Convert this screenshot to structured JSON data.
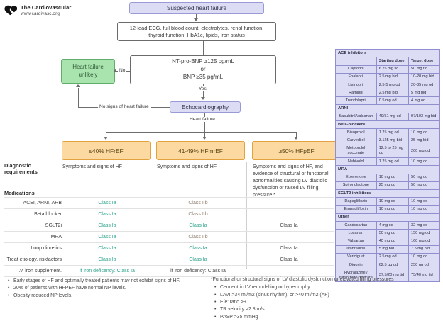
{
  "brand": {
    "name": "The Cardiovascular",
    "url": "www.cardivasc.org",
    "logo_icon": "heart-icon"
  },
  "flow": {
    "suspected": "Suspected heart failure",
    "workup": "12-lead ECG, full blood count, electrolytes, renal function, thyroid function, HbA1c, lipids, iron status",
    "bnp": "NT-pro-BNP ≥125 pg/mL\nor\nBNP ≥35 pg/mL",
    "bnp_line1": "NT-pro-BNP ≥125 pg/mL",
    "bnp_line2": "or",
    "bnp_line3": "BNP ≥35 pg/mL",
    "hf_unlikely": "Heart failure\nunlikely",
    "hf_unlikely_l1": "Heart failure",
    "hf_unlikely_l2": "unlikely",
    "echo": "Echocardiography",
    "edge_no": "No",
    "edge_yes": "Yes",
    "edge_no_signs": "No signs of heart failure",
    "edge_heart_failure": "Heart failure"
  },
  "columns": {
    "hfref": {
      "title": "≤40% HFrEF",
      "criteria": "Symptoms and signs of HF"
    },
    "hfmref": {
      "title": "41-49% HFmrEF",
      "criteria": "Symptoms and signs of HF"
    },
    "hfpef": {
      "title": "≥50% HFpEF",
      "criteria": "Symptoms and signs of HF, and evidence of structural or functional abnormalities causing LV diastolic dysfunction or raised LV filling pressure.*"
    }
  },
  "matrix": {
    "diagnostic_label": "Diagnostic requirements",
    "diagnostic_label_l1": "Diagnostic",
    "diagnostic_label_l2": "requirements",
    "medications_label": "Medications",
    "rows": [
      {
        "name": "ACEI, ARNI, ARB",
        "hfref": "Class Ia",
        "hfref_style": "ia",
        "hfmref": "Class IIb",
        "hfmref_style": "iib",
        "hfpef": "",
        "hfpef_style": "plain"
      },
      {
        "name": "Beta blocker",
        "hfref": "Class Ia",
        "hfref_style": "ia",
        "hfmref": "Class IIb",
        "hfmref_style": "iib",
        "hfpef": "",
        "hfpef_style": "plain"
      },
      {
        "name": "SGLT2i",
        "hfref": "Class Ia",
        "hfref_style": "ia",
        "hfmref": "Class Ia",
        "hfmref_style": "ia",
        "hfpef": "Class Ia",
        "hfpef_style": "plain"
      },
      {
        "name": "MRA",
        "hfref": "Class Ia",
        "hfref_style": "ia",
        "hfmref": "Class IIb",
        "hfmref_style": "iib",
        "hfpef": "",
        "hfpef_style": "plain"
      },
      {
        "name": "Loop diuretics",
        "hfref": "Class Ia",
        "hfref_style": "ia",
        "hfmref": "Class Ia",
        "hfmref_style": "ia",
        "hfpef": "Class Ia",
        "hfpef_style": "plain"
      },
      {
        "name": "Treat etiology, riskfactors",
        "hfref": "Class Ia",
        "hfref_style": "ia",
        "hfmref": "Class Ia",
        "hfmref_style": "ia",
        "hfpef": "Class Ia",
        "hfpef_style": "plain"
      },
      {
        "name": "I.v. iron supplement.",
        "hfref": "if iron deficency: Class Ia",
        "hfref_style": "ia",
        "hfmref": "if iron deficency: Class Ia",
        "hfmref_style": "plain",
        "hfpef": "",
        "hfpef_style": "plain"
      }
    ]
  },
  "drug_table": {
    "headers": {
      "starting": "Starting dose",
      "target": "Target dose"
    },
    "groups": [
      {
        "name": "ACE inhibitors",
        "show_headers": true,
        "drugs": [
          {
            "name": "Captopril",
            "start": "6.25 mg tid",
            "target": "50 mg tid"
          },
          {
            "name": "Enalapril",
            "start": "2.5 mg bid",
            "target": "10-20 mg bid"
          },
          {
            "name": "Lisinopril",
            "start": "2.5-5 mg od",
            "target": "20-35 mg od"
          },
          {
            "name": "Ramipril",
            "start": "2.5 mg bid",
            "target": "5 mg bid"
          },
          {
            "name": "Trandolapril",
            "start": "0.5 mg od",
            "target": "4 mg od"
          }
        ]
      },
      {
        "name": "ARNI",
        "show_headers": false,
        "drugs": [
          {
            "name": "Sacubitril/Valsartan",
            "start": "49/51 mg od",
            "target": "97/103 mg bid"
          }
        ]
      },
      {
        "name": "Beta-blockers",
        "show_headers": false,
        "drugs": [
          {
            "name": "Bisoprolol",
            "start": "1.25 mg od",
            "target": "10 mg od"
          },
          {
            "name": "Carvedilol",
            "start": "3.125 mg bid",
            "target": "25 mg bid"
          },
          {
            "name": "Metoprolol succinate",
            "start": "12.5 to 25 mg od",
            "target": "200 mg od"
          },
          {
            "name": "Nebivolol",
            "start": "1.25 mg od",
            "target": "10 mg od"
          }
        ]
      },
      {
        "name": "MRA",
        "show_headers": false,
        "drugs": [
          {
            "name": "Eplerenone",
            "start": "10 mg od",
            "target": "50 mg od"
          },
          {
            "name": "Spironolactone",
            "start": "25 mg od",
            "target": "50 mg od"
          }
        ]
      },
      {
        "name": "SGLT2 inhibitors",
        "show_headers": false,
        "drugs": [
          {
            "name": "Dapagliflozin",
            "start": "10 mg od",
            "target": "10 mg od"
          },
          {
            "name": "Empagliflozin",
            "start": "10 mg od",
            "target": "10 mg od"
          }
        ]
      },
      {
        "name": "Other",
        "show_headers": false,
        "drugs": [
          {
            "name": "Candesartan",
            "start": "4 mg od",
            "target": "32 mg od"
          },
          {
            "name": "Losartan",
            "start": "50 mg od",
            "target": "150 mg od"
          },
          {
            "name": "Valsartan",
            "start": "40 mg od",
            "target": "160 mg od"
          },
          {
            "name": "Ivabradine",
            "start": "5 mg bid",
            "target": "7.5 mg bid"
          },
          {
            "name": "Vericiguat",
            "start": "2.5 mg od",
            "target": "10 mg od"
          },
          {
            "name": "Digoxin",
            "start": "62.5 ug od",
            "target": "250 ug od"
          },
          {
            "name": "Hydralazine / isosorbide dinitrate",
            "start": "37.5/20 mg tid",
            "target": "75/40 mg tid"
          }
        ]
      }
    ]
  },
  "footnotes": {
    "left": [
      "Early stages of HF and optimally treated patients may not exhibit signs of HF.",
      "20% of patients with HFPEF have normal NP levels.",
      "Obesity reduced NP levels."
    ],
    "right_head": "*Functional or structural signs of LV diastolic dysfunction or elevated filling pressures",
    "right": [
      "Cencentric LV remodelling or hypertrophy",
      "LAVI >34 ml/m2 (sinus rhythm), or >40 ml/m2 (AF)",
      "E/e' ratio >9",
      "TR velocity >2.8 m/s",
      "PASP >35 mmHg"
    ]
  },
  "colors": {
    "lavender": "#dcdcf5",
    "green": "#a9e3ae",
    "orange": "#fcd9a0",
    "class_ia": "#2fa38c",
    "class_iib": "#8c7b6b"
  }
}
